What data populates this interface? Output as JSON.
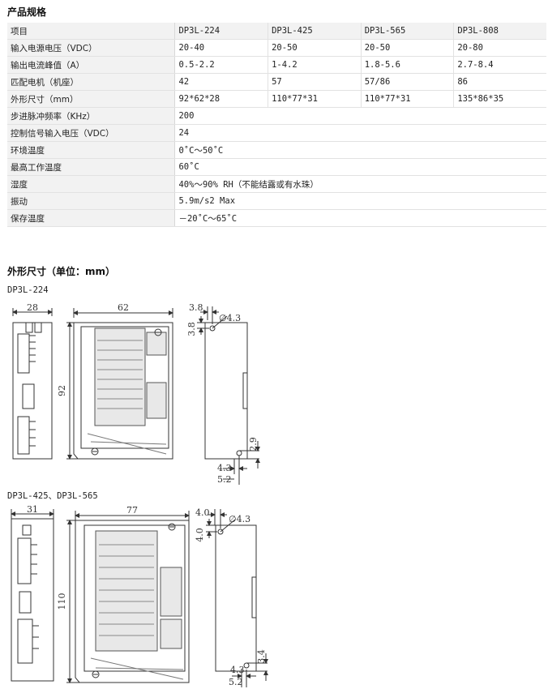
{
  "spec_title": "产品规格",
  "spec_table": {
    "header": [
      "项目",
      "DP3L-224",
      "DP3L-425",
      "DP3L-565",
      "DP3L-808"
    ],
    "rows_multi": [
      {
        "label": "输入电源电压（VDC）",
        "values": [
          "20-40",
          "20-50",
          "20-50",
          "20-80"
        ]
      },
      {
        "label": "输出电流峰值（A）",
        "values": [
          "0.5-2.2",
          "1-4.2",
          "1.8-5.6",
          "2.7-8.4"
        ]
      },
      {
        "label": "匹配电机（机座）",
        "values": [
          "42",
          "57",
          "57/86",
          "86"
        ]
      },
      {
        "label": "外形尺寸（mm）",
        "values": [
          "92*62*28",
          "110*77*31",
          "110*77*31",
          "135*86*35"
        ]
      }
    ],
    "rows_single": [
      {
        "label": "步进脉冲频率（KHz）",
        "value": "200"
      },
      {
        "label": "控制信号输入电压（VDC）",
        "value": "24"
      },
      {
        "label": "环境温度",
        "value": "0˚C～50˚C"
      },
      {
        "label": "最高工作温度",
        "value": "60˚C"
      },
      {
        "label": "湿度",
        "value": "40%～90% RH（不能结露或有水珠）"
      },
      {
        "label": "振动",
        "value": "5.9m/s2  Max"
      },
      {
        "label": "保存温度",
        "value": "－20˚C～65˚C"
      }
    ]
  },
  "dims_title": "外形尺寸（单位：mm）",
  "drawings": [
    {
      "caption": "DP3L-224",
      "dims": {
        "side_width": "28",
        "front_width": "62",
        "height": "92",
        "hole_x": "3.8",
        "hole_y": "3.8",
        "hole_dia": "∅4.3",
        "bottom_a": "4.3",
        "bottom_b": "5.2",
        "slot_h": "2.9"
      }
    },
    {
      "caption": "DP3L-425、DP3L-565",
      "dims": {
        "side_width": "31",
        "front_width": "77",
        "height": "110",
        "hole_x": "4.0",
        "hole_y": "4.0",
        "hole_dia": "∅4.3",
        "bottom_a": "4.3",
        "bottom_b": "5.2",
        "slot_h": "3.4"
      }
    }
  ]
}
